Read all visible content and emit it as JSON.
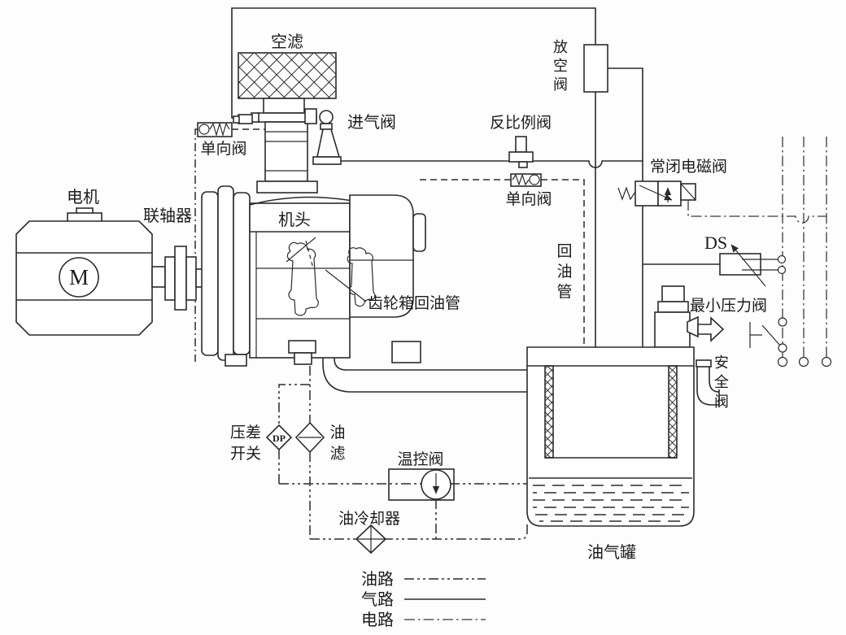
{
  "meta": {
    "description": "螺杆空压机系统原理图 (screw air compressor system schematic)",
    "colors": {
      "line": "#2b2b2b",
      "background": "#fdfdfd",
      "text": "#1c1c1c"
    }
  },
  "labels": {
    "air_filter": "空滤",
    "intake_valve": "进气阀",
    "check_valve_left": "单向阀",
    "check_valve_mid": "单向阀",
    "inverse_prop_valve": "反比例阀",
    "blowoff_valve": "放空阀",
    "nc_solenoid": "常闭电磁阀",
    "ds": "DS",
    "dp": "DP",
    "motor": "电机",
    "motor_symbol": "M",
    "coupling": "联轴器",
    "airend": "机头",
    "gearbox_oil_return": "齿轮箱回油管",
    "oil_return_pipe": "回油管",
    "min_pressure_valve": "最小压力阀",
    "safety_valve": "安全阀",
    "dp_switch_l1": "压差",
    "dp_switch_l2": "开关",
    "oil_filter_l1": "油",
    "oil_filter_l2": "滤",
    "temp_valve": "温控阀",
    "oil_cooler": "油冷却器",
    "tank": "油气罐"
  },
  "legend": {
    "oil": "油路",
    "gas": "气路",
    "electric": "电路"
  }
}
